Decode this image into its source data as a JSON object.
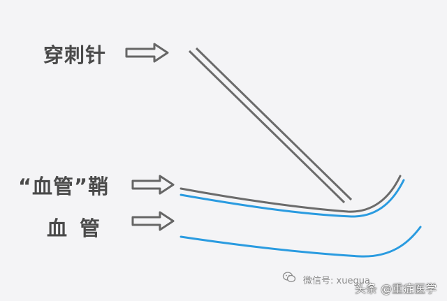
{
  "labels": {
    "needle": "穿刺针",
    "sheath": "“血管”鞘",
    "vessel": "血管"
  },
  "watermarks": {
    "wechat": "微信号: xuegua",
    "toutiao": "头条 @重症医学"
  },
  "icons": {
    "arrow": "hollow-right-arrow-icon",
    "wechat": "wechat-icon"
  },
  "colors": {
    "background": "#f4f4f6",
    "needle": "#6b6b6b",
    "sheath": "#6b6b6b",
    "vessel": "#2a9be0",
    "arrow": "#666666",
    "text": "#4a4a4a"
  }
}
